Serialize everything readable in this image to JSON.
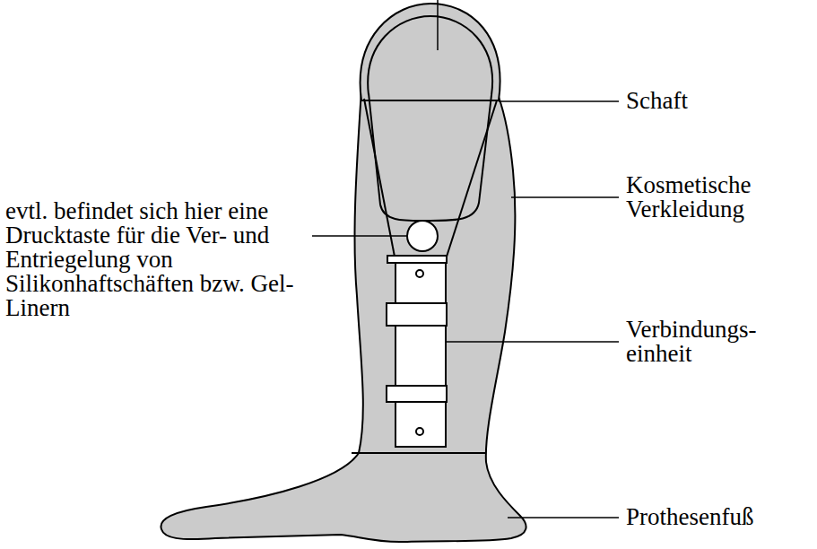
{
  "diagram": {
    "labels": [
      "evtl. befindet sich hier eine Drucktaste für die Ver- und Entriegelung von Silikonhaftschäften bzw. Gel-Linern",
      "Schaft",
      "Kosmetische Verkleidung",
      "Verbindungs- einheit",
      "Prothesenfuß"
    ]
  }
}
